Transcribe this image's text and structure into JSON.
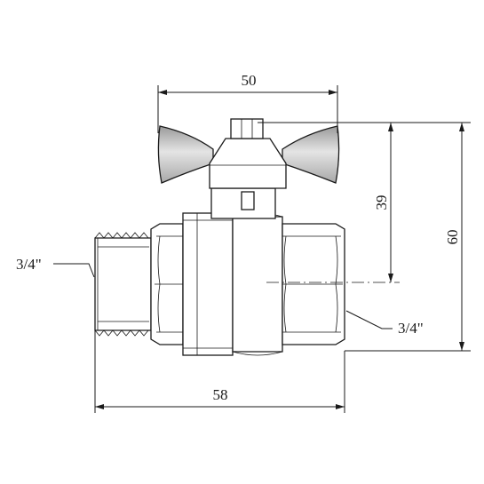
{
  "dimensions": {
    "top_width": "50",
    "handle_height": "39",
    "total_height": "60",
    "total_length": "58"
  },
  "threads": {
    "male_thread": "3/4\"",
    "female_thread": "3/4\""
  },
  "colors": {
    "line": "#1a1a1a",
    "handle_fill": "#c8c8c8",
    "body_fill": "#ffffff"
  }
}
